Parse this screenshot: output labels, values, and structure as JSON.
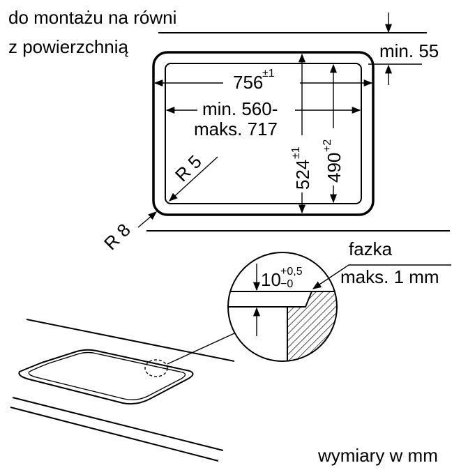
{
  "labels": {
    "flush_line1": "do montażu na równi",
    "flush_line2": "z powierzchnią",
    "min_depth": "min. 55",
    "width_main": "756",
    "width_main_tol": "±1",
    "width_range_line1": "min. 560-",
    "width_range_line2": "maks. 717",
    "height_outer": "524",
    "height_outer_tol": "±1",
    "height_inner": "490",
    "height_inner_tol": "+2",
    "radius_inner": "R 5",
    "radius_outer": "R 8",
    "bevel_line1": "fazka",
    "bevel_line2": "maks. 1 mm",
    "step_value": "10",
    "step_tol_upper": "+0,5",
    "step_tol_lower": "−0",
    "units_note": "wymiary w mm"
  },
  "colors": {
    "line": "#000000",
    "background": "#ffffff"
  }
}
